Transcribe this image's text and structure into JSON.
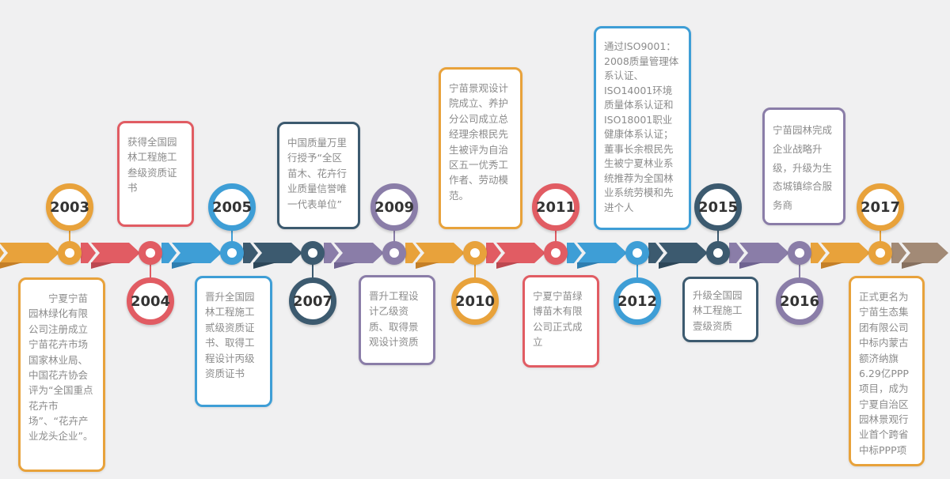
{
  "page": {
    "background": "#f0f0f1",
    "description_label": "company history timeline 2003-2017"
  },
  "palette": {
    "orange": {
      "main": "#E8A23B",
      "dark": "#C47F27"
    },
    "red": {
      "main": "#E15C63",
      "dark": "#BC4850"
    },
    "blue": {
      "main": "#3E9ED6",
      "dark": "#2E7EB0"
    },
    "slate": {
      "main": "#3C5A6F",
      "dark": "#2C4658"
    },
    "purple": {
      "main": "#8A7DA8",
      "dark": "#6F6390"
    },
    "taupe": {
      "main": "#A28A76",
      "dark": "#86705F"
    }
  },
  "timeline": {
    "chevrons": [
      "orange",
      "red",
      "blue",
      "slate",
      "purple",
      "orange",
      "red",
      "blue",
      "slate",
      "purple",
      "orange",
      "taupe"
    ],
    "events": [
      {
        "year": "2003",
        "color": "orange",
        "circle_position": "above",
        "box_position": "below",
        "text": "宁夏宁苗园林绿化有限公司注册成立宁苗花卉市场国家林业局、中国花卉协会评为“全国重点花卉市场”、“花卉产业龙头企业”。"
      },
      {
        "year": "2004",
        "color": "red",
        "circle_position": "below",
        "box_position": "above",
        "text": "获得全国园林工程施工叁级资质证书"
      },
      {
        "year": "2005",
        "color": "blue",
        "circle_position": "above",
        "box_position": "below",
        "text": "晋升全国园林工程施工贰级资质证书、取得工程设计丙级资质证书"
      },
      {
        "year": "2007",
        "color": "slate",
        "circle_position": "below",
        "box_position": "above",
        "text": "中国质量万里行授予“全区苗木、花卉行业质量信誉唯一代表单位”"
      },
      {
        "year": "2009",
        "color": "purple",
        "circle_position": "above",
        "box_position": "below",
        "text": "晋升工程设计乙级资质、取得景观设计资质"
      },
      {
        "year": "2010",
        "color": "orange",
        "circle_position": "below",
        "box_position": "above",
        "text": "宁苗景观设计院成立、养护分公司成立总经理余根民先生被评为自治区五一优秀工作者、劳动模范。"
      },
      {
        "year": "2011",
        "color": "red",
        "circle_position": "above",
        "box_position": "below",
        "text": "宁夏宁苗绿博苗木有限公司正式成立"
      },
      {
        "year": "2012",
        "color": "blue",
        "circle_position": "below",
        "box_position": "above",
        "text": "通过ISO9001：2008质量管理体系认证、ISO14001环境质量体系认证和ISO18001职业健康体系认证；董事长余根民先生被宁夏林业系统推荐为全国林业系统劳模和先进个人"
      },
      {
        "year": "2015",
        "color": "slate",
        "circle_position": "above",
        "box_position": "below",
        "text": "升级全国园林工程施工壹级资质"
      },
      {
        "year": "2016",
        "color": "purple",
        "circle_position": "below",
        "box_position": "above",
        "text": "宁苗园林完成企业战略升级，升级为生态城镇综合服务商"
      },
      {
        "year": "2017",
        "color": "orange",
        "circle_position": "above",
        "box_position": "below",
        "text": "正式更名为宁苗生态集团有限公司中标内蒙古额济纳旗6.29亿PPP项目，成为宁夏自治区园林景观行业首个跨省中标PPP项"
      }
    ]
  }
}
